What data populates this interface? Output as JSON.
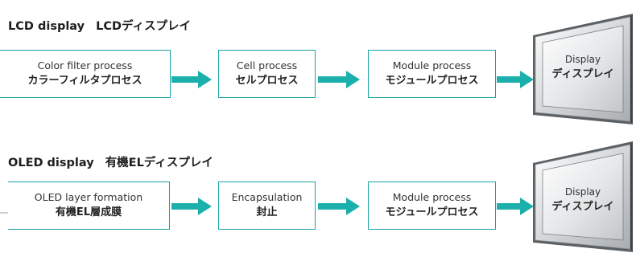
{
  "lcd": {
    "title_en": "LCD display",
    "title_jp": "LCDディスプレイ",
    "steps": [
      {
        "en": "Color filter process",
        "jp": "カラーフィルタプロセス"
      },
      {
        "en": "Cell process",
        "jp": "セルプロセス"
      },
      {
        "en": "Module process",
        "jp": "モジュールプロセス"
      }
    ],
    "display": {
      "en": "Display",
      "jp": "ディスプレイ"
    }
  },
  "oled": {
    "title_en": "OLED display",
    "title_jp": "有機ELディスプレイ",
    "steps": [
      {
        "en": "OLED layer formation",
        "jp": "有機EL層成膜"
      },
      {
        "en": "Encapsulation",
        "jp": "封止"
      },
      {
        "en": "Module process",
        "jp": "モジュールプロセス"
      }
    ],
    "display": {
      "en": "Display",
      "jp": "ディスプレイ"
    }
  },
  "colors": {
    "accent": "#1aa3a5",
    "arrow": "#1cb0ad"
  }
}
